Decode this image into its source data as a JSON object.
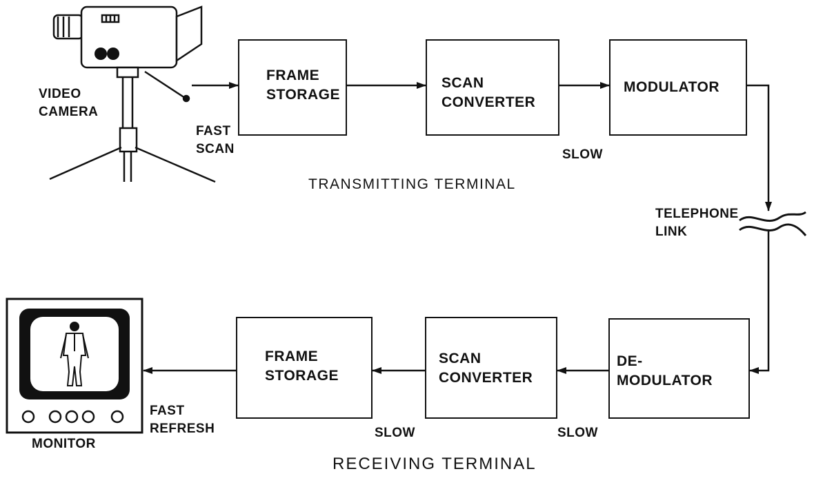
{
  "transmit": {
    "camera_label_1": "VIDEO",
    "camera_label_2": "CAMERA",
    "fast_scan_1": "FAST",
    "fast_scan_2": "SCAN",
    "frame_storage_1": "FRAME",
    "frame_storage_2": "STORAGE",
    "scan_converter_1": "SCAN",
    "scan_converter_2": "CONVERTER",
    "slow": "SLOW",
    "modulator": "MODULATOR",
    "title": "TRANSMITTING TERMINAL"
  },
  "link": {
    "line_1": "TELEPHONE",
    "line_2": "LINK"
  },
  "receive": {
    "demodulator_1": "DE-",
    "demodulator_2": "MODULATOR",
    "slow_right": "SLOW",
    "scan_converter_1": "SCAN",
    "scan_converter_2": "CONVERTER",
    "slow_left": "SLOW",
    "frame_storage_1": "FRAME",
    "frame_storage_2": "STORAGE",
    "fast_refresh_1": "FAST",
    "fast_refresh_2": "REFRESH",
    "monitor_label": "MONITOR",
    "title": "RECEIVING TERMINAL"
  }
}
